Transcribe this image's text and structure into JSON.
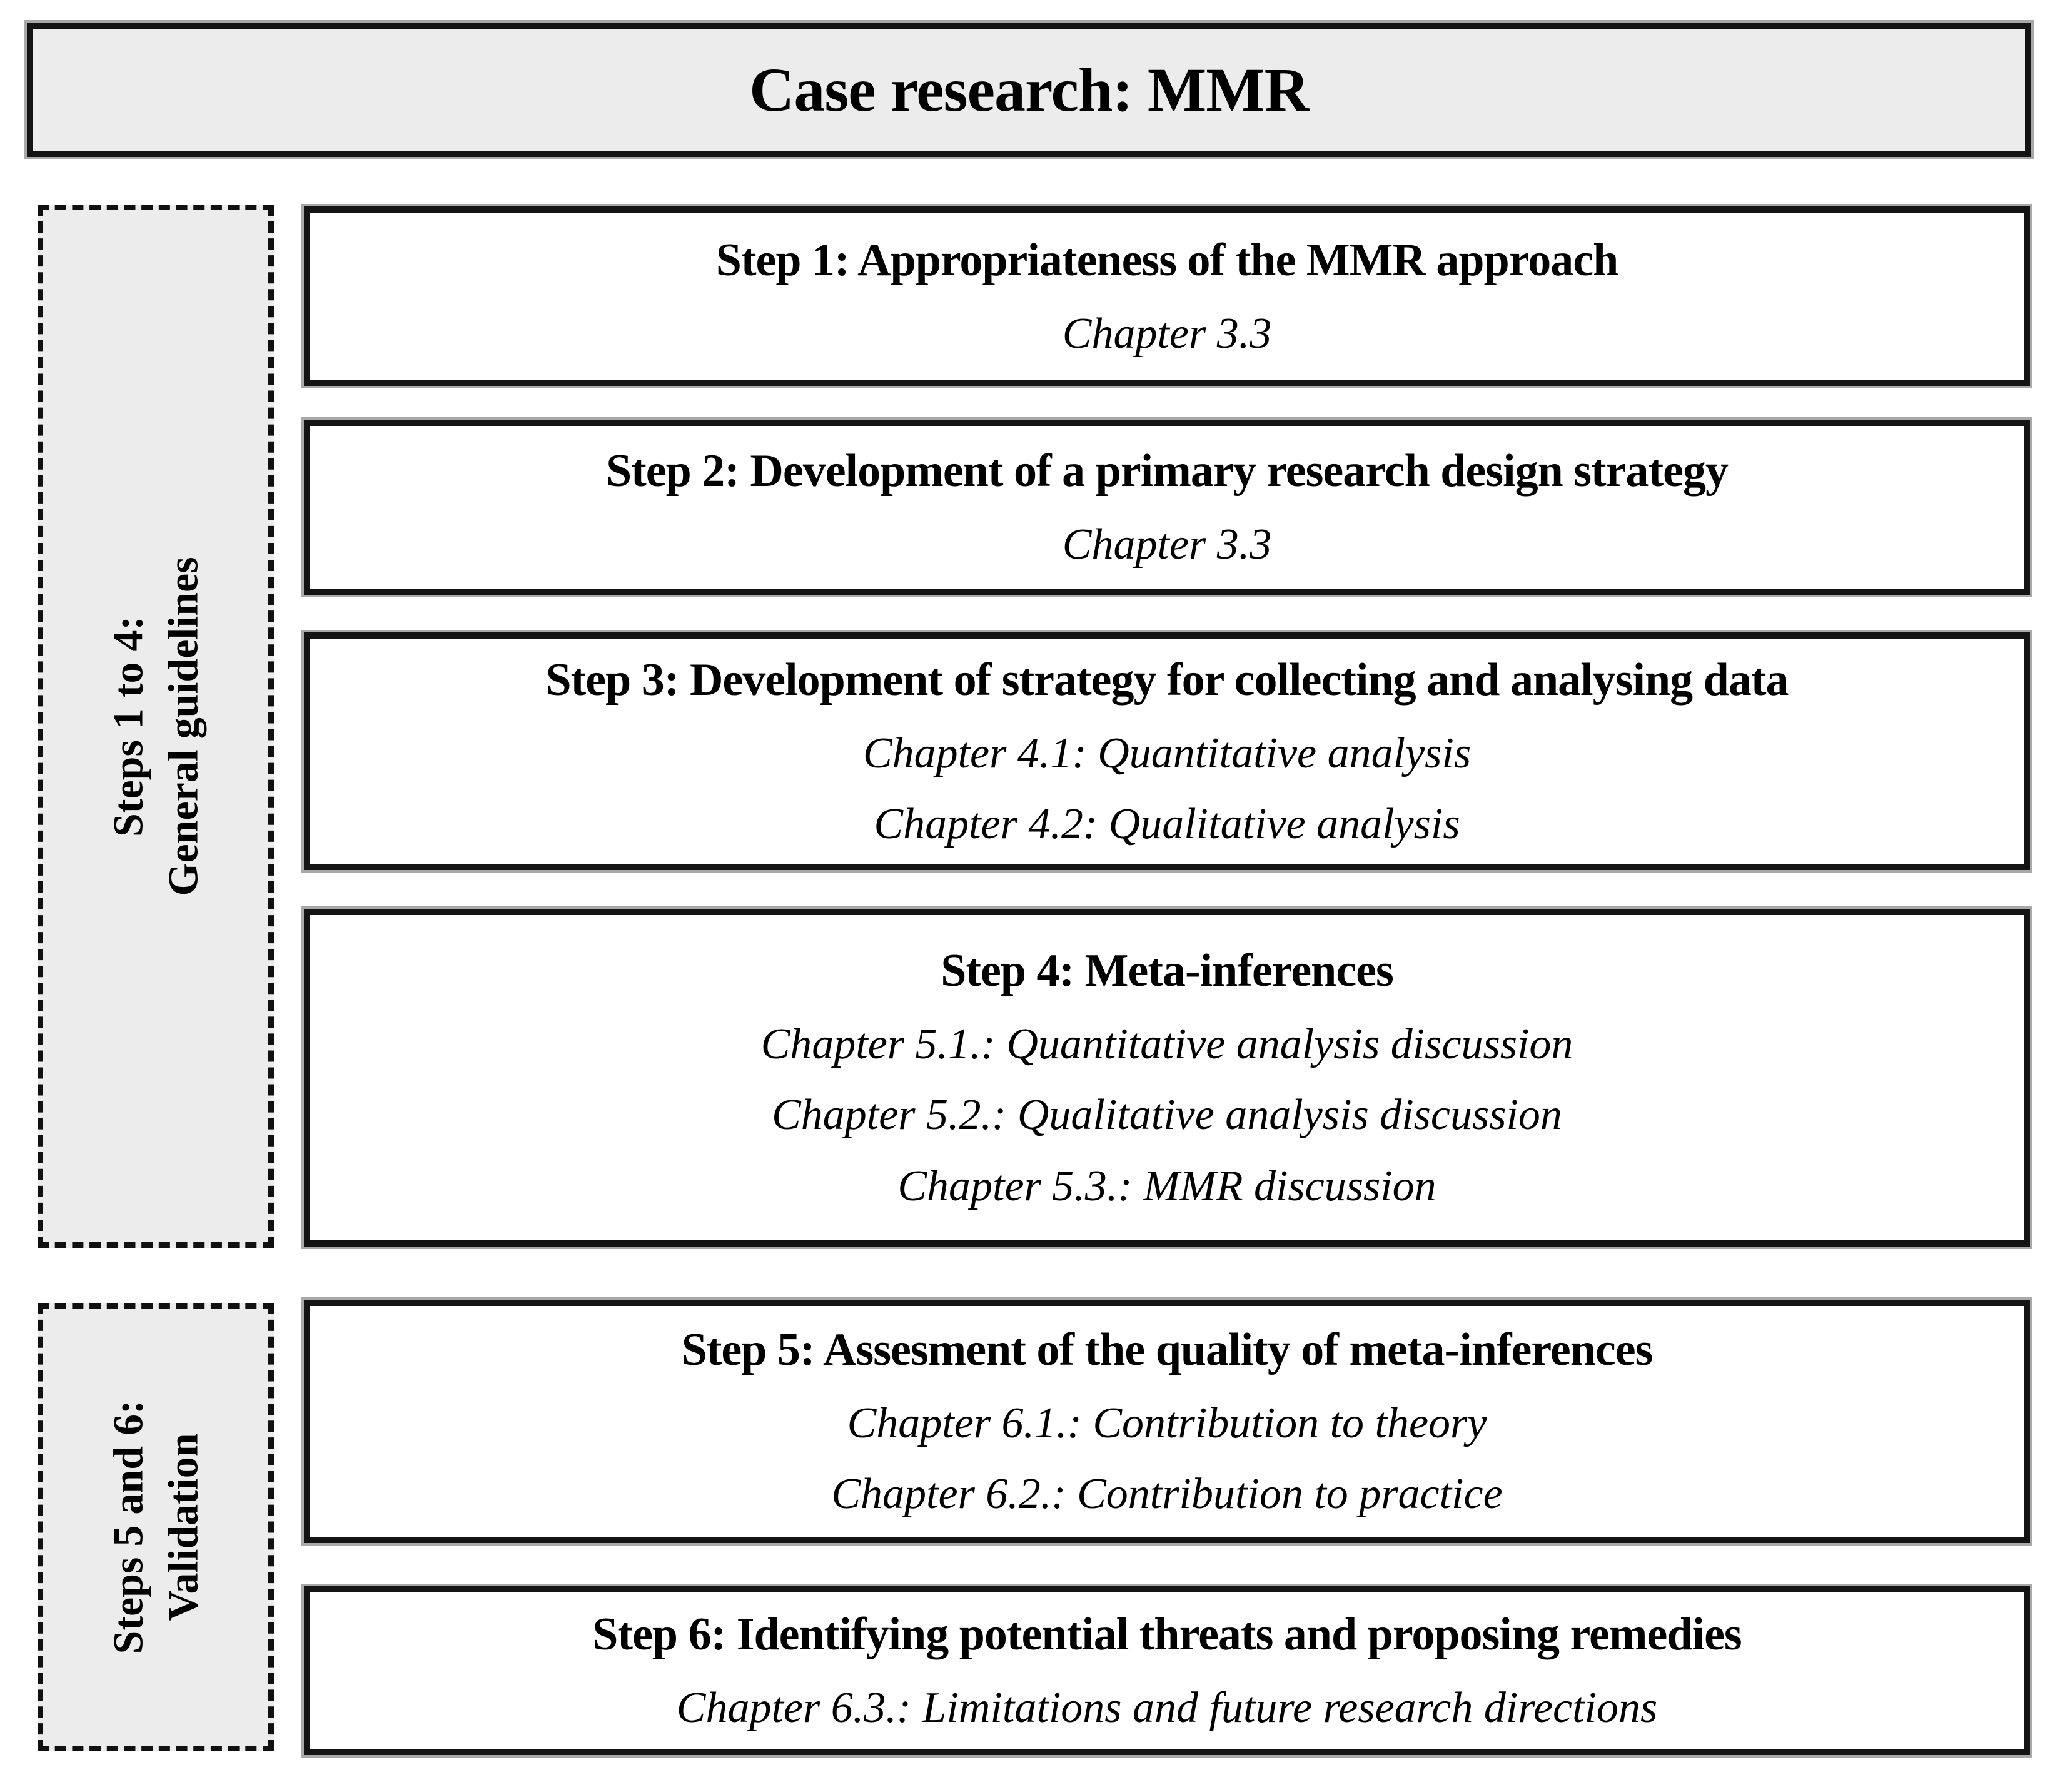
{
  "title": "Case research: MMR",
  "sidebar_groups": [
    {
      "line1": "Steps 1 to 4:",
      "line2": "General guidelines"
    },
    {
      "line1": "Steps 5 and 6:",
      "line2": "Validation"
    }
  ],
  "steps": [
    {
      "heading": "Step 1: Appropriateness of the MMR approach",
      "chapters": [
        "Chapter 3.3"
      ]
    },
    {
      "heading": "Step 2: Development of a primary research design strategy",
      "chapters": [
        "Chapter 3.3"
      ]
    },
    {
      "heading": "Step 3: Development of strategy for collecting and analysing data",
      "chapters": [
        "Chapter 4.1: Quantitative analysis",
        "Chapter 4.2: Qualitative analysis"
      ]
    },
    {
      "heading": "Step 4: Meta-inferences",
      "chapters": [
        "Chapter 5.1.: Quantitative analysis discussion",
        "Chapter 5.2.: Qualitative analysis discussion",
        "Chapter 5.3.: MMR discussion"
      ]
    },
    {
      "heading": "Step 5: Assesment of the quality of meta-inferences",
      "chapters": [
        "Chapter 6.1.: Contribution to theory",
        "Chapter 6.2.: Contribution to practice"
      ]
    },
    {
      "heading": "Step 6: Identifying potential threats and proposing remedies",
      "chapters": [
        "Chapter 6.3.: Limitations and future research directions"
      ]
    }
  ],
  "colors": {
    "background": "#ffffff",
    "box_fill_gray": "#ececec",
    "border": "#141414",
    "border_halo": "#a9a9a9",
    "text": "#000000"
  }
}
